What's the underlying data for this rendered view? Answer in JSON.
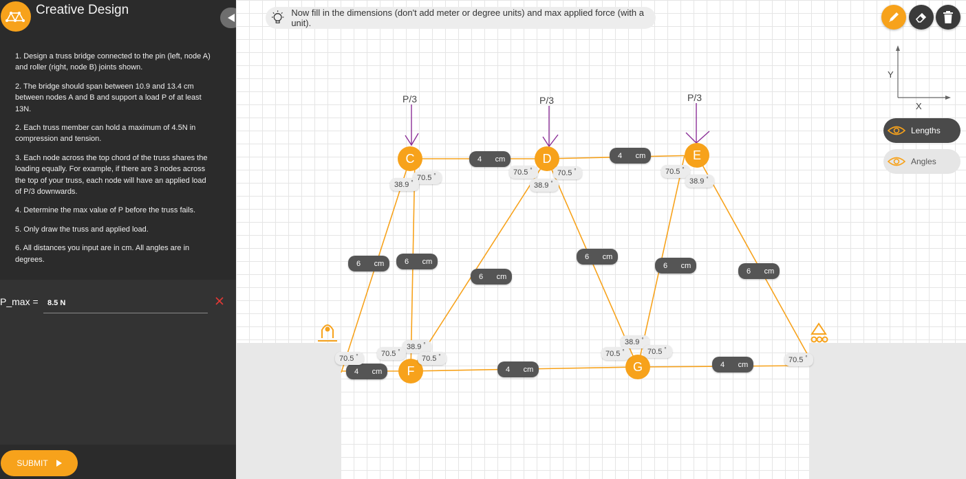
{
  "app": {
    "title": "Creative Design",
    "logo_icon": "truss-logo-icon"
  },
  "instructions": [
    "1. Design a truss bridge connected to the pin (left, node A) and roller (right, node B) joints shown.",
    "2. The bridge should span between 10.9 and 13.4 cm between nodes A and B and support a load P of at least 13N.",
    "2. Each truss member can hold a maximum of 4.5N in compression and tension.",
    "3. Each node across the top chord of the truss shares the loading equally. For example, if there are 3 nodes across the top of your truss, each node will have an applied load of P/3 downwards.",
    "4. Determine the max value of P before the truss fails.",
    "5. Only draw the truss and applied load.",
    "6. All distances you input are in cm. All angles are in degrees."
  ],
  "answer": {
    "label": "P_max =",
    "value": "8.5 N"
  },
  "submit": {
    "label": "SUBMIT"
  },
  "hint": {
    "text": "Now fill in the dimensions (don't add meter or degree units) and max applied force (with a unit)."
  },
  "toolbar": {
    "pencil_icon": "pencil-icon",
    "eraser_icon": "eraser-icon",
    "trash_icon": "trash-icon"
  },
  "toggles": {
    "lengths": "Lengths",
    "angles": "Angles"
  },
  "axes": {
    "x": "X",
    "y": "Y"
  },
  "colors": {
    "accent": "#f7a21b",
    "load_arrow": "#8b2f97",
    "member": "#f7a21b",
    "sidebar": "#2b2b2b"
  },
  "nodes": {
    "C": "C",
    "D": "D",
    "E": "E",
    "F": "F",
    "G": "G"
  },
  "loads": {
    "C": "P/3",
    "D": "P/3",
    "E": "P/3"
  },
  "length_labels": [
    {
      "value": "4",
      "unit": "cm"
    },
    {
      "value": "4",
      "unit": "cm"
    },
    {
      "value": "6",
      "unit": "cm"
    },
    {
      "value": "6",
      "unit": "cm"
    },
    {
      "value": "6",
      "unit": "cm"
    },
    {
      "value": "6",
      "unit": "cm"
    },
    {
      "value": "6",
      "unit": "cm"
    },
    {
      "value": "6",
      "unit": "cm"
    },
    {
      "value": "4",
      "unit": "cm"
    },
    {
      "value": "4",
      "unit": "cm"
    },
    {
      "value": "4",
      "unit": "cm"
    }
  ],
  "angle_labels": [
    {
      "value": "70.5",
      "unit": "°"
    },
    {
      "value": "38.9",
      "unit": "°"
    },
    {
      "value": "70.5",
      "unit": "°"
    },
    {
      "value": "70.5",
      "unit": "°"
    },
    {
      "value": "38.9",
      "unit": "°"
    },
    {
      "value": "70.5",
      "unit": "°"
    },
    {
      "value": "38.9",
      "unit": "°"
    },
    {
      "value": "38.9",
      "unit": "°"
    },
    {
      "value": "70.5",
      "unit": "°"
    },
    {
      "value": "70.5",
      "unit": "°"
    },
    {
      "value": "70.5",
      "unit": "°"
    },
    {
      "value": "38.9",
      "unit": "°"
    },
    {
      "value": "70.5",
      "unit": "°"
    },
    {
      "value": "70.5",
      "unit": "°"
    },
    {
      "value": "70.5",
      "unit": "°"
    }
  ]
}
